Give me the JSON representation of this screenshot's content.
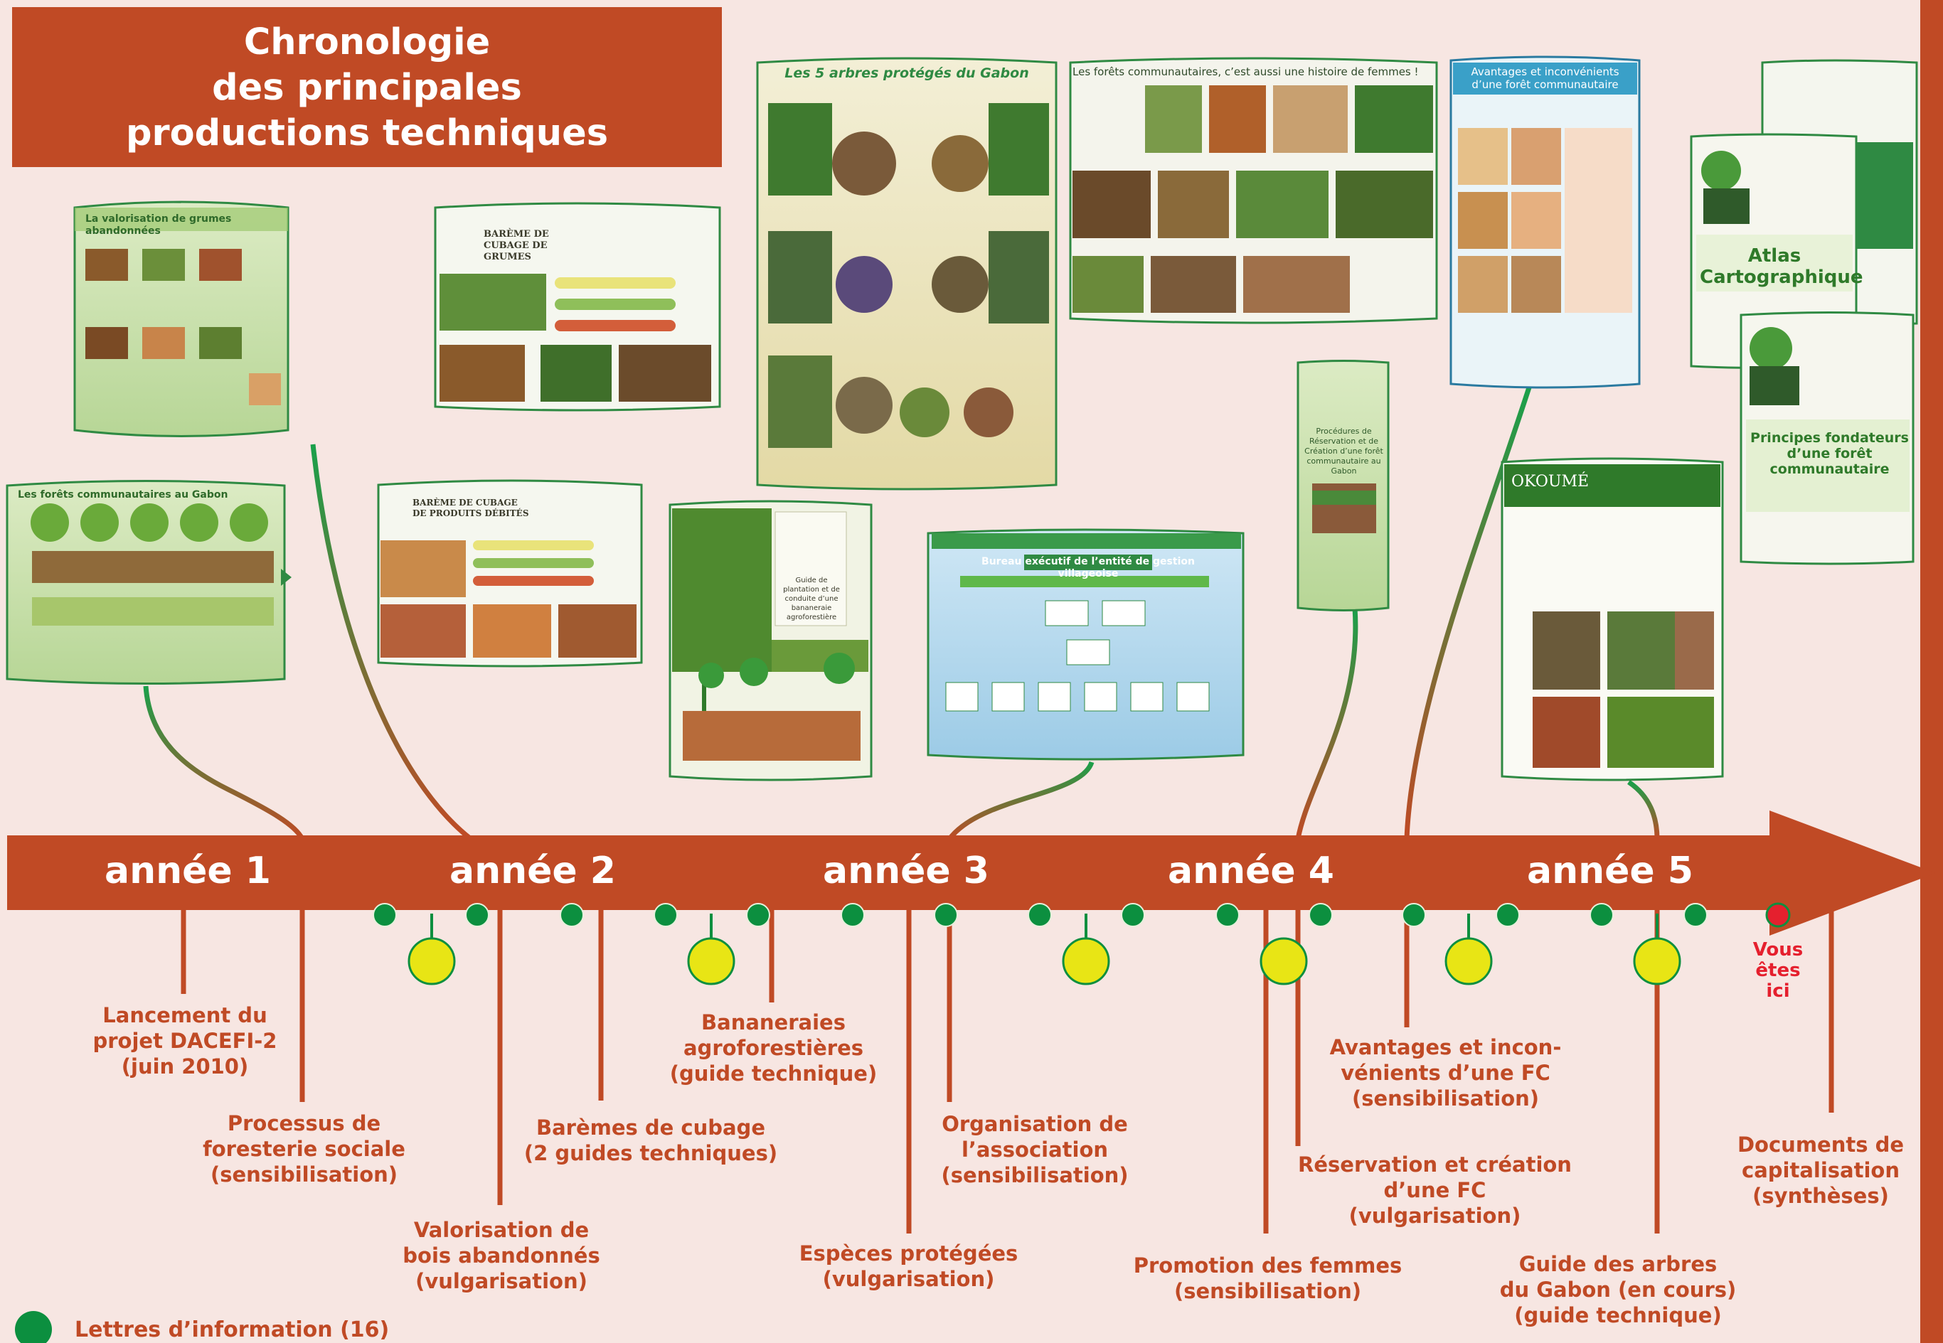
{
  "title": "Chronologie\ndes principales\nproductions techniques",
  "colors": {
    "background": "#f7e6e2",
    "accent": "#c04a25",
    "newsletter_marker": "#0c8f3f",
    "highlight_marker": "#e8e515",
    "current_marker": "#e5202e"
  },
  "timeline": {
    "years": [
      "année 1",
      "année 2",
      "année 3",
      "année 4",
      "année 5"
    ],
    "current_marker_label": "Vous\nêtes\nici"
  },
  "milestones": [
    {
      "label": "Lancement du\nprojet DACEFI-2\n(juin 2010)"
    },
    {
      "label": "Processus de\nforesterie sociale\n(sensibilisation)"
    },
    {
      "label": "Valorisation de\nbois abandonnés\n(vulgarisation)"
    },
    {
      "label": "Barèmes de cubage\n(2 guides techniques)"
    },
    {
      "label": "Bananeraies\nagroforestières\n(guide technique)"
    },
    {
      "label": "Espèces protégées\n(vulgarisation)"
    },
    {
      "label": "Organisation de\nl’association\n(sensibilisation)"
    },
    {
      "label": "Promotion des femmes\n(sensibilisation)"
    },
    {
      "label": "Réservation et création\nd’une FC\n(vulgarisation)"
    },
    {
      "label": "Avantages et incon-\nvénients d’une FC\n(sensibilisation)"
    },
    {
      "label": "Guide des arbres\ndu Gabon (en cours)\n(guide technique)"
    },
    {
      "label": "Documents de\ncapitalisation\n(synthèses)"
    }
  ],
  "legend": {
    "newsletter_label": "Lettres d’information (16)"
  },
  "documents": [
    {
      "title": "La valorisation de grumes abandonnées"
    },
    {
      "title": "Les forêts communautaires au Gabon"
    },
    {
      "title": "BARÈME DE CUBAGE DE GRUMES"
    },
    {
      "title": "BARÈME DE CUBAGE DE PRODUITS DÉBITÉS"
    },
    {
      "title": "Guide de plantation et de conduite d’une bananeraie agroforestière"
    },
    {
      "title": "Les 5 arbres protégés du Gabon"
    },
    {
      "title": "Les forêts communautaires, c’est aussi une histoire de femmes !"
    },
    {
      "title": "Bureau exécutif de l’entité de gestion villageoise"
    },
    {
      "title": "Procédures de Réservation et de Création d’une forêt communautaire au Gabon"
    },
    {
      "title": "Avantages et inconvénients d’une forêt communautaire"
    },
    {
      "title": "OKOUMÉ"
    },
    {
      "title": "Atlas Cartographique"
    },
    {
      "title": "Principes fondateurs d’une forêt communautaire"
    }
  ]
}
